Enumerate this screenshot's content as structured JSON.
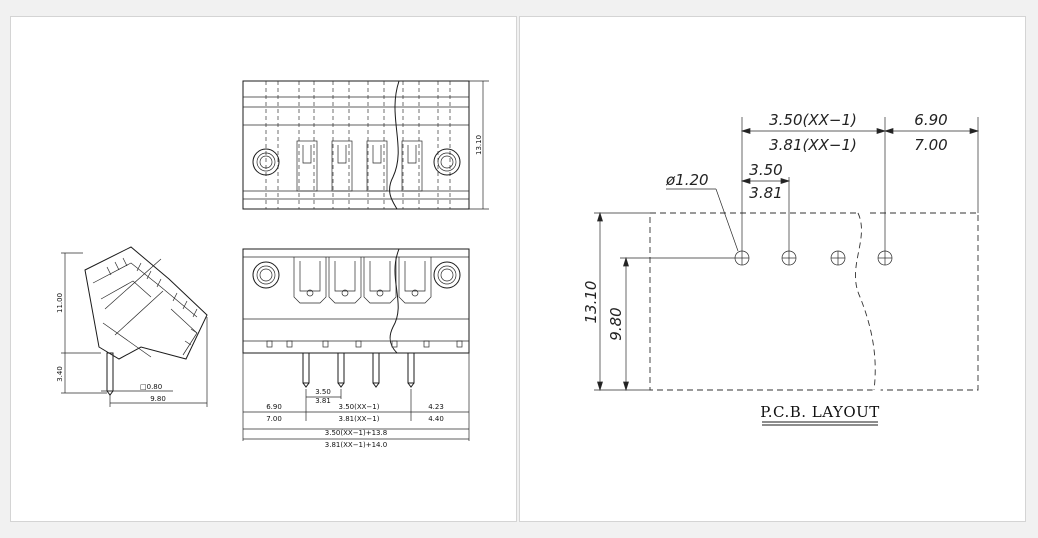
{
  "drawing": {
    "top_view": {
      "height": "13.10"
    },
    "side_view": {
      "height": "11.00",
      "pin_length": "3.40",
      "pin_square": "□0.80",
      "depth": "9.80"
    },
    "front_view": {
      "left_margin_a": "6.90",
      "left_margin_b": "7.00",
      "pitch_a": "3.50",
      "pitch_b": "3.81",
      "span_a": "3.50(XX−1)",
      "span_b": "3.81(XX−1)",
      "right_margin_a": "4.23",
      "right_margin_b": "4.40",
      "total_a": "3.50(XX−1)+13.8",
      "total_b": "3.81(XX−1)+14.0"
    },
    "pcb_layout": {
      "title": "P.C.B. LAYOUT",
      "span_a": "3.50(XX−1)",
      "span_b": "3.81(XX−1)",
      "margin_a": "6.90",
      "margin_b": "7.00",
      "hole_dia": "ø1.20",
      "pitch_a": "3.50",
      "pitch_b": "3.81",
      "height": "13.10",
      "row_offset": "9.80"
    }
  }
}
